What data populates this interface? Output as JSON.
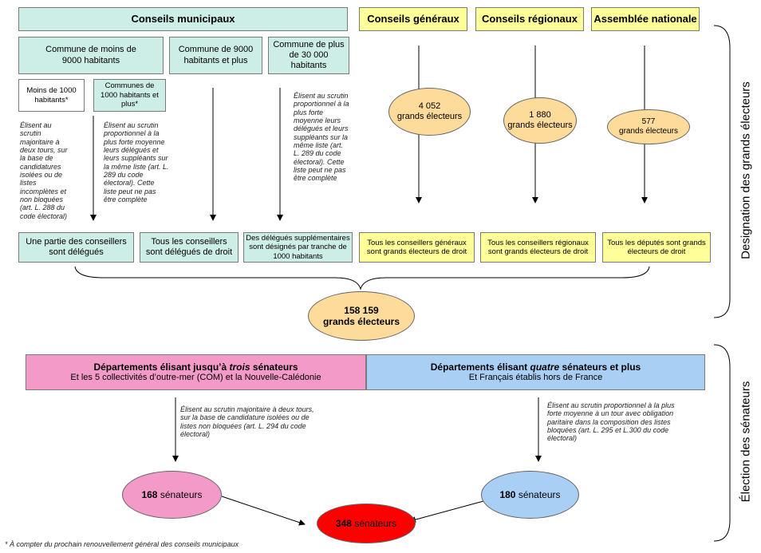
{
  "top_headers": {
    "conseils_municipaux": "Conseils municipaux",
    "conseils_generaux": "Conseils généraux",
    "conseils_regionaux": "Conseils régionaux",
    "assemblee_nationale": "Assemblée nationale"
  },
  "communes": {
    "moins_9000": "Commune de moins de 9000 habitants",
    "de_9000_plus": "Commune de 9000 habitants et plus",
    "plus_30000": "Commune de plus de 30 000 habitants",
    "moins_1000": "Moins de 1000 habitants*",
    "plus_1000": "Communes de 1000 habitants et plus*"
  },
  "notes": {
    "moins_1000": "Élisent au scrutin majoritaire à deux tours, sur la base de candidatures isolées ou de listes incomplètes et non bloquées (art. L. 288 du code électoral)",
    "plus_1000": "Élisent au scrutin proportionnel à la plus forte moyenne leurs délégués et leurs suppléants sur la même liste (art. L. 289 du code électoral). Cette liste peut ne pas être complète",
    "plus_30000": "Élisent au scrutin proportionnel à la plus forte moyenne leurs délégués et leurs suppléants sur la même liste (art. L. 289 du code électoral). Cette liste peut ne pas être complète",
    "trois": "Élisent au scrutin majoritaire à deux tours, sur la base de candidature isolées ou de listes non bloquées (art. L. 294 du code électoral)",
    "quatre": "Élisent au scrutin proportionnel à la plus forte moyenne à un tour avec obligation paritaire dans la composition des listes bloquées (art. L. 295 et L.300 du code électoral)"
  },
  "electors": {
    "cg_count": "4 052",
    "cr_count": "1 880",
    "an_count": "577",
    "grands": "grands électeurs",
    "total_count": "158 159",
    "total_label": "grands électeurs"
  },
  "outcomes": {
    "partie": "Une partie des conseillers sont délégués",
    "tous_droit": "Tous les conseillers sont délégués de droit",
    "supplementaires": "Des délégués supplémentaires sont désignés par tranche de 1000 habitants",
    "tous_cg": "Tous les conseillers généraux sont grands électeurs de droit",
    "tous_cr": "Tous les conseillers régionaux sont grands électeurs de droit",
    "tous_deputes": "Tous les députés sont grands électeurs de droit"
  },
  "departements": {
    "trois_title_pre": "Départements élisant jusqu’à ",
    "trois_title_em": "trois",
    "trois_title_post": " sénateurs",
    "trois_sub": "Et les 5 collectivités d’outre-mer (COM) et la Nouvelle-Calédonie",
    "quatre_title_pre": "Départements élisant ",
    "quatre_title_em": "quatre",
    "quatre_title_post": " sénateurs et plus",
    "quatre_sub": "Et Français établis hors de France"
  },
  "senateurs": {
    "c168": "168",
    "c180": "180",
    "c348": "348",
    "label": "sénateurs"
  },
  "side_labels": {
    "designation": "Designation des grands électeurs",
    "election": "Élection des sénateurs"
  },
  "footnote": "* À compter du prochain renouvellement général des conseils municipaux",
  "colors": {
    "teal": "#cdeee6",
    "yellow": "#ffff99",
    "orange": "#fddb9a",
    "pink": "#f49ac9",
    "blue": "#a9cff5",
    "red": "#ff0000"
  }
}
